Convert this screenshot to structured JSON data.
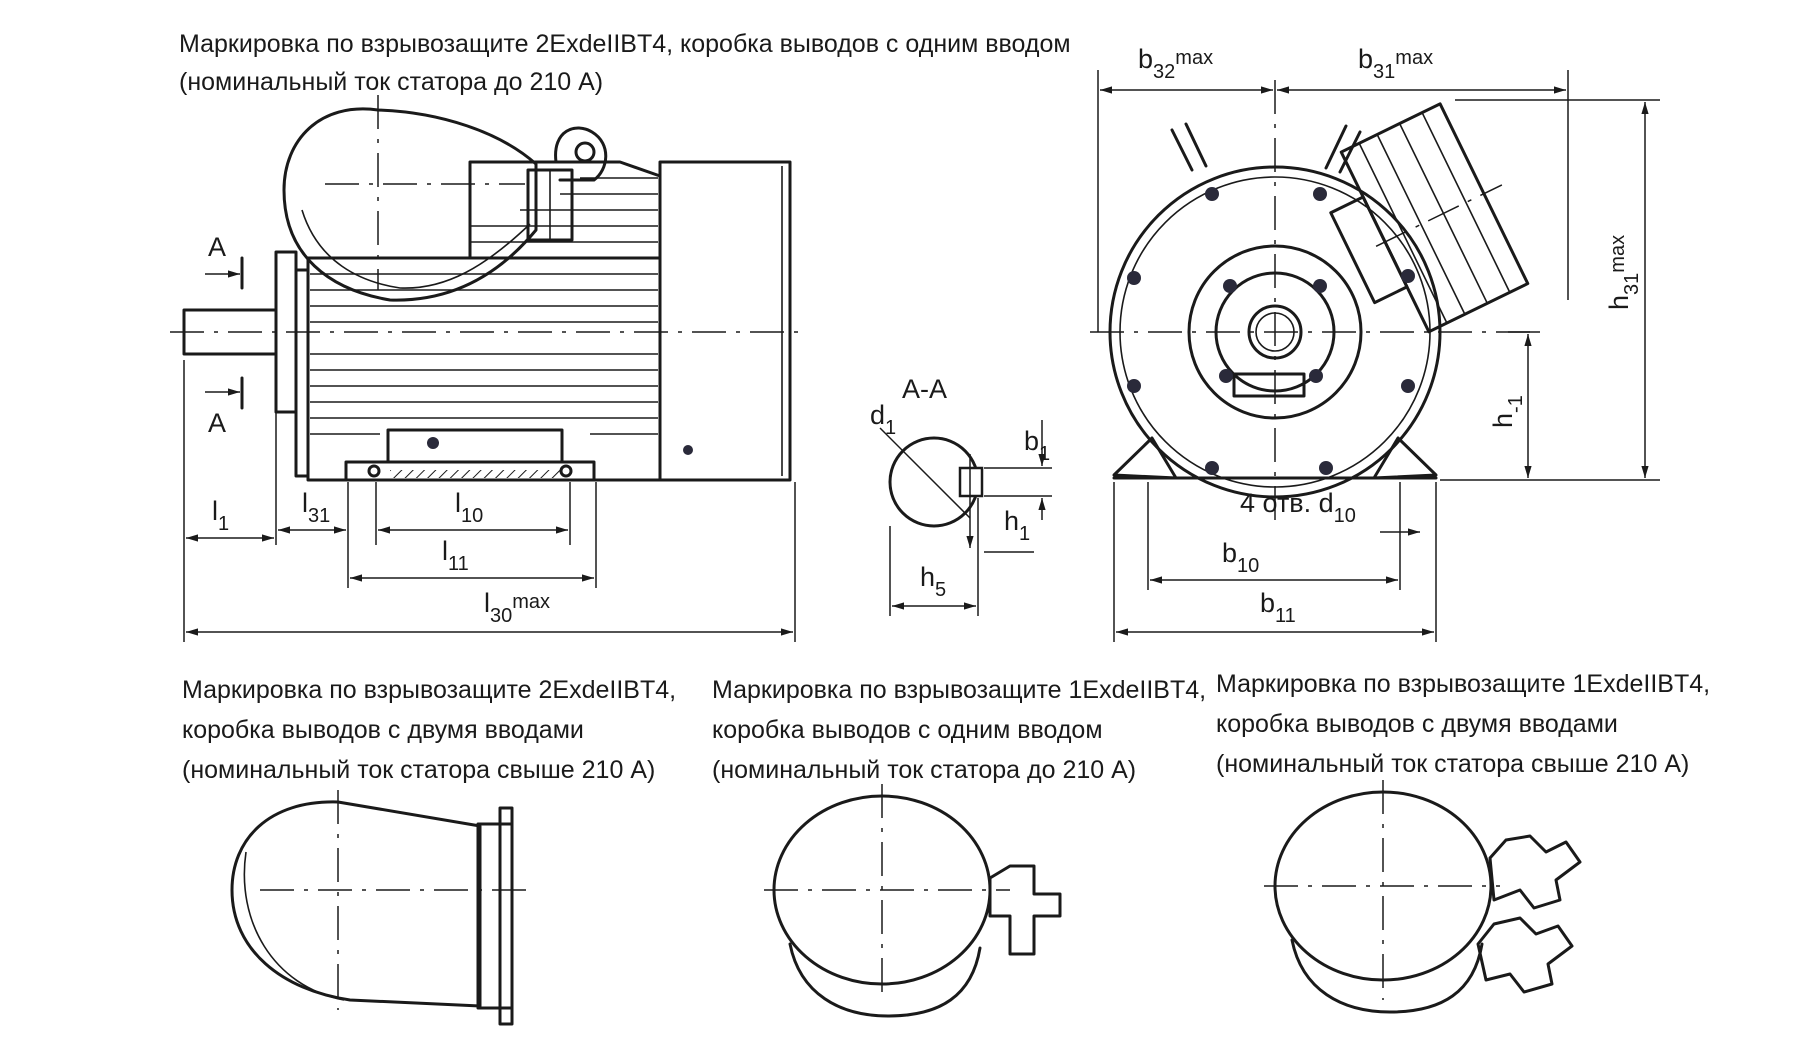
{
  "captions": {
    "main_line1": "Маркировка по взрывозащите 2ExdeIIBT4, коробка выводов с одним вводом",
    "main_line2": "(номинальный ток статора до 210 А)",
    "v1_line1": "Маркировка по взрывозащите 2ExdeIIBT4,",
    "v1_line2": "коробка выводов с двумя вводами",
    "v1_line3": "(номинальный ток статора свыше 210 А)",
    "v2_line1": "Маркировка по взрывозащите 1ExdeIIBT4,",
    "v2_line2": "коробка выводов с одним вводом",
    "v2_line3": "(номинальный ток статора до 210 А)",
    "v3_line1": "Маркировка по взрывозащите 1ExdeIIBT4,",
    "v3_line2": "коробка выводов с двумя вводами",
    "v3_line3": "(номинальный ток статора свыше 210 А)"
  },
  "section": {
    "title": "А-А",
    "mark_top": "А",
    "mark_bottom": "А"
  },
  "dims": {
    "l": "l",
    "b": "b",
    "h": "h",
    "d": "d",
    "max": "max",
    "l1": "1",
    "l31": "31",
    "l10": "10",
    "l11": "11",
    "l30": "30",
    "d1": "1",
    "b1": "1",
    "h1": "1",
    "h5": "5",
    "b32": "32",
    "b31": "31",
    "h31": "31",
    "h_1": "-1",
    "holes": "4 отв. d",
    "d10": "10",
    "b10": "10",
    "b11": "11"
  },
  "icons": [
    "section-arrow-icon",
    "bolt-icon"
  ]
}
